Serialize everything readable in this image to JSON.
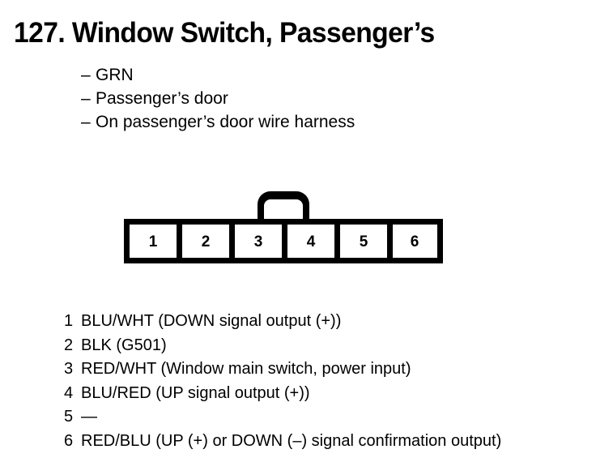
{
  "page": {
    "title": "127. Window Switch, Passenger’s",
    "background_color": "#ffffff",
    "ink_color": "#000000"
  },
  "notes": {
    "bullet": "–",
    "items": [
      {
        "text": "GRN"
      },
      {
        "text": "Passenger’s door"
      },
      {
        "text": "On passenger’s door wire harness"
      }
    ]
  },
  "connector": {
    "name": "6-pin connector diagram",
    "pin_count": 6,
    "latch": "top-center retaining tab",
    "pins": [
      {
        "number": "1"
      },
      {
        "number": "2"
      },
      {
        "number": "3"
      },
      {
        "number": "4"
      },
      {
        "number": "5"
      },
      {
        "number": "6"
      }
    ]
  },
  "legend": {
    "rows": [
      {
        "number": "1",
        "description": "BLU/WHT (DOWN signal output (+))"
      },
      {
        "number": "2",
        "description": "BLK (G501)"
      },
      {
        "number": "3",
        "description": "RED/WHT (Window main switch, power input)"
      },
      {
        "number": "4",
        "description": "BLU/RED (UP signal output (+))"
      },
      {
        "number": "5",
        "description": "—"
      },
      {
        "number": "6",
        "description": "RED/BLU (UP (+) or DOWN (–) signal confirmation output)"
      }
    ]
  }
}
